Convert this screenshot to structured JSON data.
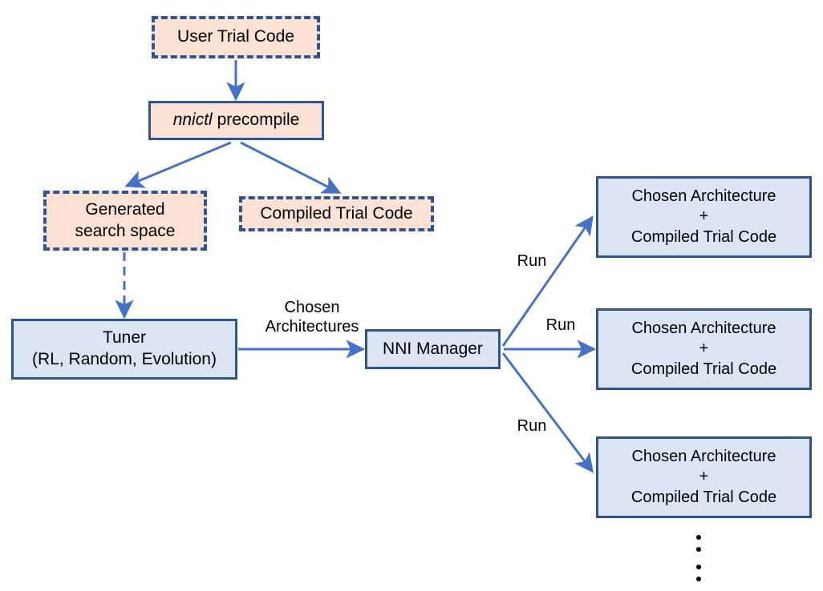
{
  "diagram": {
    "title": "NNI Neural Architecture Search pipeline",
    "colors": {
      "peach_fill": "#fbe2d5",
      "blue_fill": "#dce5f3",
      "border": "#2e5494",
      "arrow": "#4472c4",
      "text": "#000000",
      "background": "#ffffff"
    },
    "nodes": {
      "user_trial_code": {
        "label": "User Trial Code",
        "style": "peach-dashed"
      },
      "nnictl_precompile": {
        "label_italic": "nnictl",
        "label_rest": " precompile",
        "label": "nnictl precompile",
        "style": "peach-solid"
      },
      "generated_search_space": {
        "label": "Generated\nsearch space",
        "style": "peach-dashed"
      },
      "compiled_trial_code": {
        "label": "Compiled Trial Code",
        "style": "peach-dashed"
      },
      "tuner": {
        "label": "Tuner\n(RL, Random, Evolution)",
        "style": "blue-solid"
      },
      "nni_manager": {
        "label": "NNI Manager",
        "style": "blue-solid"
      },
      "trial_1": {
        "label": "Chosen Architecture\n+\nCompiled Trial Code",
        "style": "blue-solid"
      },
      "trial_2": {
        "label": "Chosen Architecture\n+\nCompiled Trial Code",
        "style": "blue-solid"
      },
      "trial_3": {
        "label": "Chosen Architecture\n+\nCompiled Trial Code",
        "style": "blue-solid"
      }
    },
    "edge_labels": {
      "chosen_architectures": "Chosen\nArchitectures",
      "run_1": "Run",
      "run_2": "Run",
      "run_3": "Run"
    },
    "continuation": {
      "dots": "⋮⋮"
    }
  }
}
